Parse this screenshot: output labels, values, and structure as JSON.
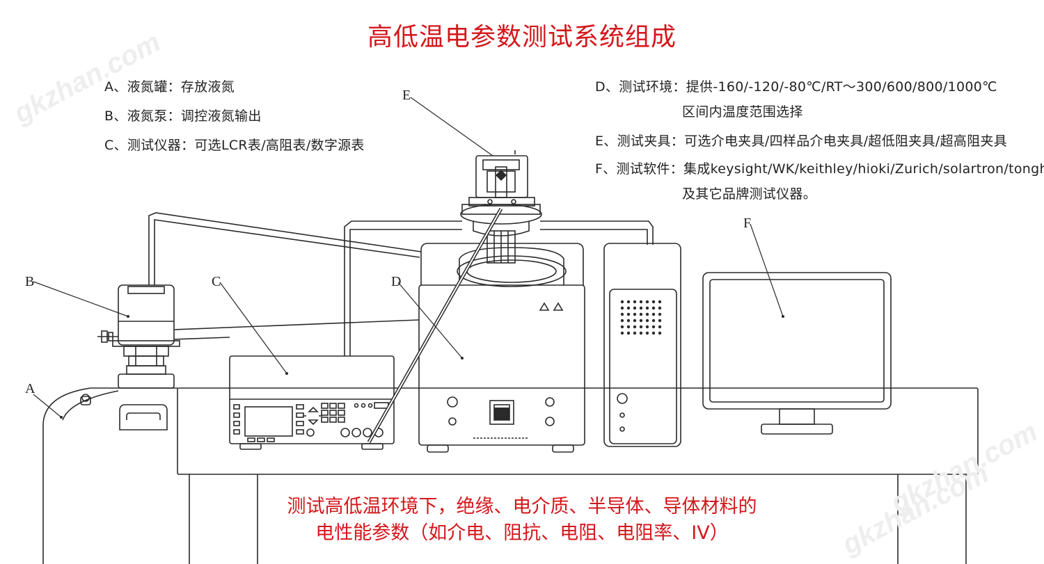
{
  "title": "高低温电参数测试系统组成",
  "legend_left": [
    "A、液氮罐：存放液氮",
    "B、液氮泵：调控液氮输出",
    "C、测试仪器：可选LCR表/高阻表/数字源表"
  ],
  "legend_right": [
    "D、测试环境：提供-160/-120/-80℃/RT～300/600/800/1000℃",
    "区间内温度范围选择",
    "E、测试夹具：可选介电夹具/四样品介电夹具/超低阻夹具/超高阻夹具",
    "F、测试软件：集成keysight/WK/keithley/hioki/Zurich/solartron/tonghui",
    "及其它品牌测试仪器。"
  ],
  "callouts": {
    "A": "A",
    "B": "B",
    "C": "C",
    "D": "D",
    "E": "E",
    "F": "F"
  },
  "caption": [
    "测试高低温环境下，绝缘、电介质、半导体、导体材料的",
    "电性能参数（如介电、阻抗、电阻、电阻率、IV）"
  ],
  "watermark": "gkzhan.com",
  "colors": {
    "accent": "#d4161b",
    "line": "#2a2a2a",
    "watermark": "#eeeeee"
  }
}
